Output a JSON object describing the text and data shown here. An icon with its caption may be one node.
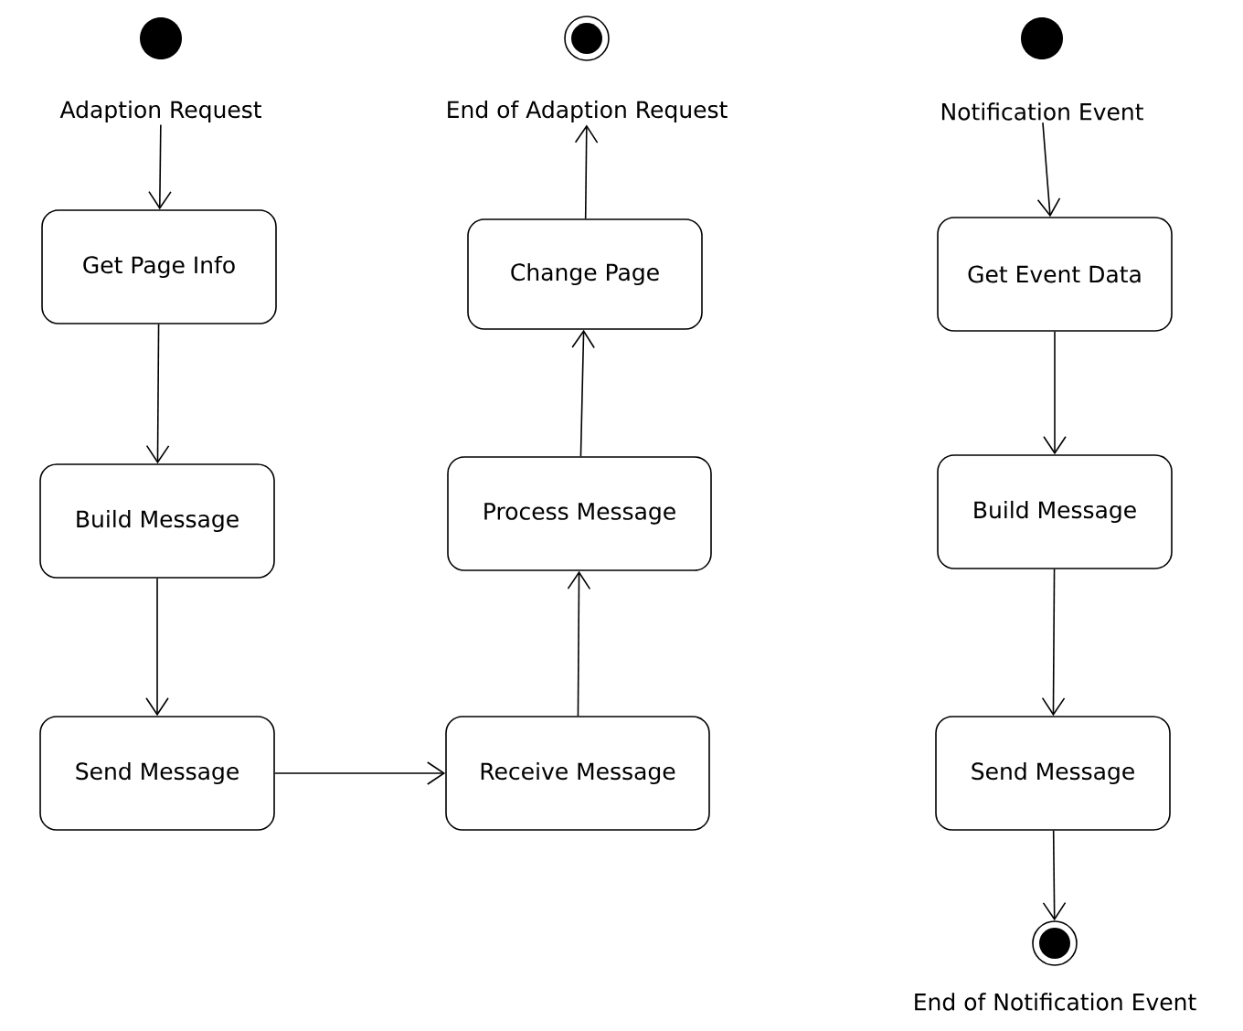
{
  "diagram": {
    "nodes": [
      {
        "text": [],
        "shape": "circle",
        "beside": [
          "Adaption Request"
        ]
      },
      {
        "text": [
          "Get Page Info"
        ]
      },
      {
        "text": [
          "Build Message"
        ]
      },
      {
        "text": [
          "Send Message"
        ]
      },
      {
        "text": [
          "Receive Message"
        ]
      },
      {
        "text": [
          "Process Message"
        ]
      },
      {
        "text": [
          "Change Page"
        ]
      },
      {
        "text": [],
        "shape": "bullseye",
        "beside": [
          "End of Adaption Request"
        ]
      },
      {
        "text": [],
        "shape": "circle",
        "beside": [
          "Notification Event"
        ]
      },
      {
        "text": [
          "Get Event Data"
        ]
      },
      {
        "text": [
          "Build Message"
        ]
      },
      {
        "text": [
          "Send Message"
        ]
      },
      {
        "text": [],
        "shape": "bullseye",
        "beside": [
          "End of Notification Event"
        ]
      }
    ],
    "edges": [
      {
        "from": 0,
        "to": 1,
        "arrow": "to"
      },
      {
        "from": 1,
        "to": 2,
        "arrow": "to"
      },
      {
        "from": 2,
        "to": 3,
        "arrow": "to"
      },
      {
        "from": 3,
        "to": 4,
        "arrow": "to"
      },
      {
        "from": 4,
        "to": 5,
        "arrow": "to"
      },
      {
        "from": 5,
        "to": 6,
        "arrow": "to"
      },
      {
        "from": 6,
        "to": 7,
        "arrow": "to"
      },
      {
        "from": 8,
        "to": 9,
        "arrow": "to"
      },
      {
        "from": 9,
        "to": 10,
        "arrow": "to"
      },
      {
        "from": 10,
        "to": 11,
        "arrow": "to"
      },
      {
        "from": 11,
        "to": 12,
        "arrow": "to"
      }
    ]
  }
}
